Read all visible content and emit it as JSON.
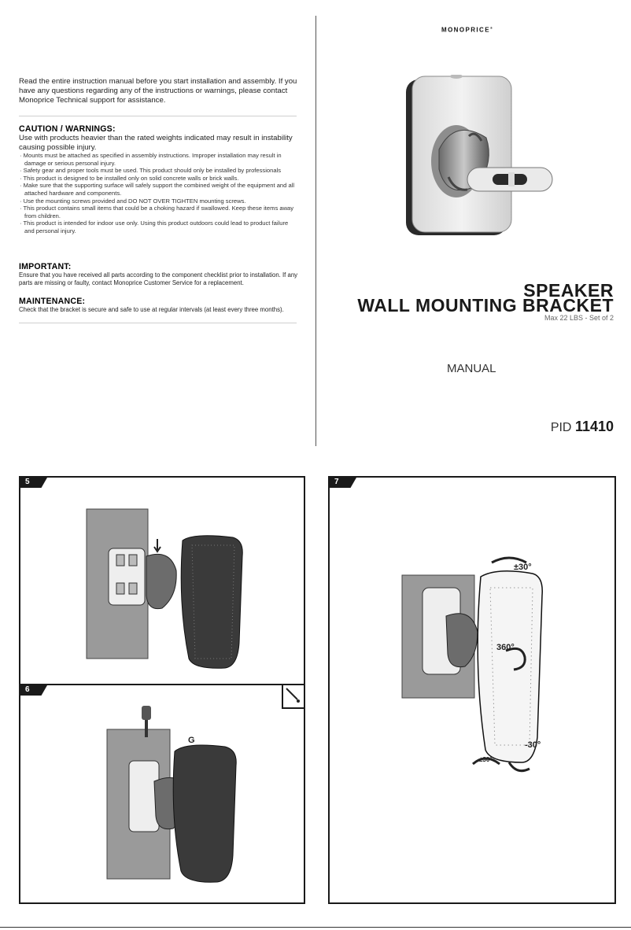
{
  "left": {
    "intro": "Read the entire instruction manual before you start installation and assembly.  If you have any questions regarding any of the instructions or warnings, please contact Monoprice Technical support for assistance.",
    "caution": {
      "heading": "CAUTION / WARNINGS:",
      "lead": "Use with products heavier than the rated weights indicated may result in instability causing possible injury.",
      "bullets": [
        "· Mounts must be attached as specified in assembly instructions. Improper installation may result in damage or serious personal injury.",
        "· Safety gear and proper tools must be used. This product should only be installed by professionals",
        "· This product is designed to be installed only on solid concrete walls or brick walls.",
        "· Make sure that the supporting surface will safely support the combined weight of the equipment and all attached hardware and components.",
        "· Use the mounting screws provided and DO NOT OVER TIGHTEN mounting screws.",
        "· This product contains small items that could be a choking hazard if swallowed. Keep these items away from children.",
        "· This product is intended for indoor use only. Using this product outdoors could lead to product failure and personal injury."
      ]
    },
    "important": {
      "heading": "IMPORTANT:",
      "text": "Ensure that you have received all parts according to the component checklist prior to installation. If any parts are missing or faulty, contact Monoprice Customer Service for a replacement."
    },
    "maintenance": {
      "heading": "MAINTENANCE:",
      "text": "Check that the bracket is secure and safe to use at regular intervals (at least every three months)."
    }
  },
  "cover": {
    "brand": "MONOPRICE",
    "brand_mark": "®",
    "title_line1": "SPEAKER",
    "title_line2": "WALL MOUNTING BRACKET",
    "subtitle": "Max 22 LBS - Set of 2",
    "doc_type": "MANUAL",
    "pid_label": "PID",
    "pid_number": "11410"
  },
  "steps": {
    "step5": "5",
    "step6": "6",
    "step7": "7",
    "label_g": "G",
    "rot_top": "±30°",
    "rot_center": "360°",
    "rot_bottom": "-30°",
    "rot_side": "±30°"
  },
  "colors": {
    "wall": "#9a9a9a",
    "speaker": "#3a3a3a",
    "ink": "#1a1a1a"
  }
}
